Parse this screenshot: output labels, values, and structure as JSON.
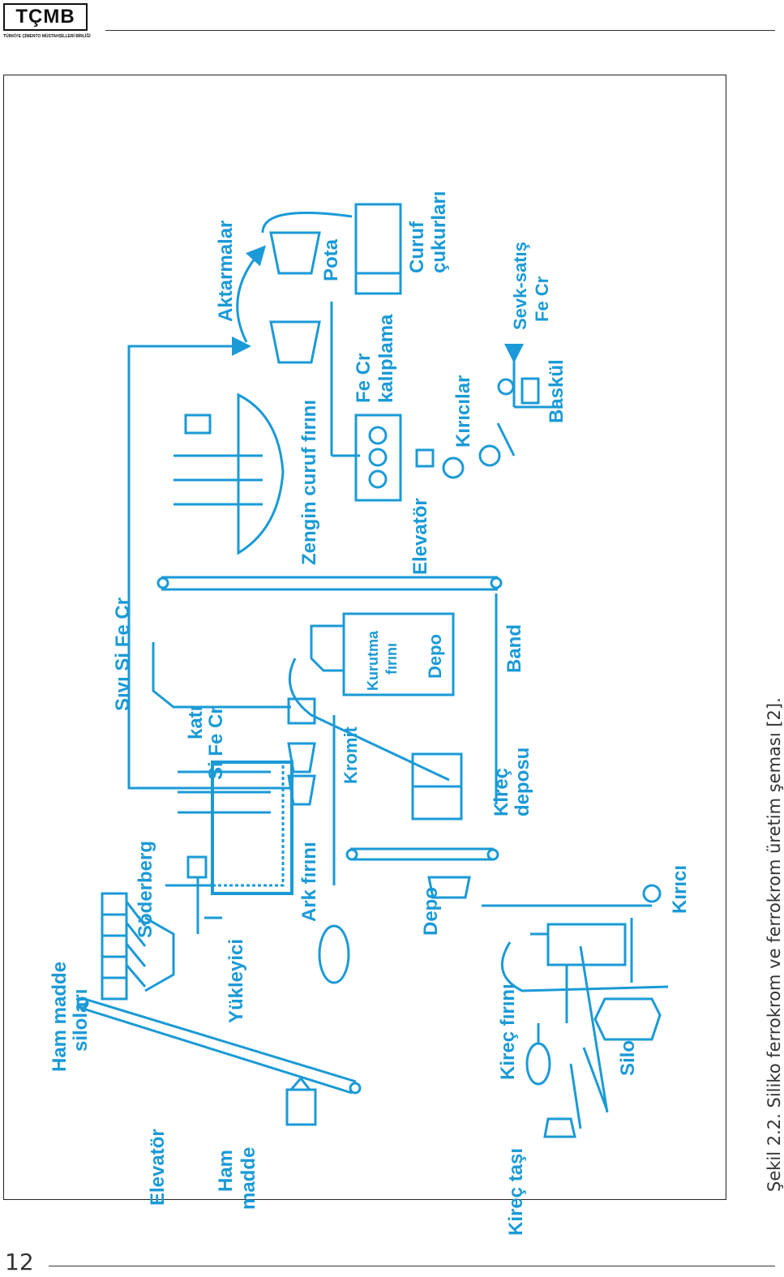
{
  "header": {
    "logo_text": "TÇMB",
    "logo_subtitle": "TÜRKİYE ÇİMENTO MÜSTAHSİLLERİ BİRLİĞİ"
  },
  "diagram": {
    "labels": {
      "ham_madde_silolari_1": "Ham madde",
      "ham_madde_silolari_2": "siloları",
      "elevator_left": "Elevatör",
      "ham_madde_1": "Ham",
      "ham_madde_2": "madde",
      "kirec_tasi": "Kireç taşı",
      "soderberg": "Söderberg",
      "yukleyici": "Yükleyici",
      "ark_firini": "Ark fırını",
      "kati_1": "katı",
      "kati_2": "Si Fe Cr",
      "sivi": "Sıvı Si Fe Cr",
      "kromit": "Kromit",
      "kurutma_1": "Kurutma",
      "kurutma_2": "fırını",
      "depo_mid": "Depo",
      "band": "Band",
      "kirec_deposu_1": "Kireç",
      "kirec_deposu_2": "deposu",
      "depo_lower": "Depo",
      "kirici": "Kırıcı",
      "kirec_firini": "Kireç fırını",
      "silo": "Silo",
      "zengin_curuf": "Zengin curuf fırını",
      "elevator_right": "Elevatör",
      "aktarmalar": "Aktarmalar",
      "pota": "Pota",
      "curuf_cukurlari_1": "Curuf",
      "curuf_cukurlari_2": "çukurları",
      "fecr_kaliplama_1": "Fe Cr",
      "fecr_kaliplama_2": "kalıplama",
      "kiricilar": "Kırıcılar",
      "baskul": "Baskül",
      "sevk_1": "Sevk-satış",
      "sevk_2": "Fe Cr"
    },
    "color": "#1a9ad6"
  },
  "caption": "Şekil 2.2. Siliko ferrokrom ve ferrokrom üretim şeması [2].",
  "page_number": "12"
}
